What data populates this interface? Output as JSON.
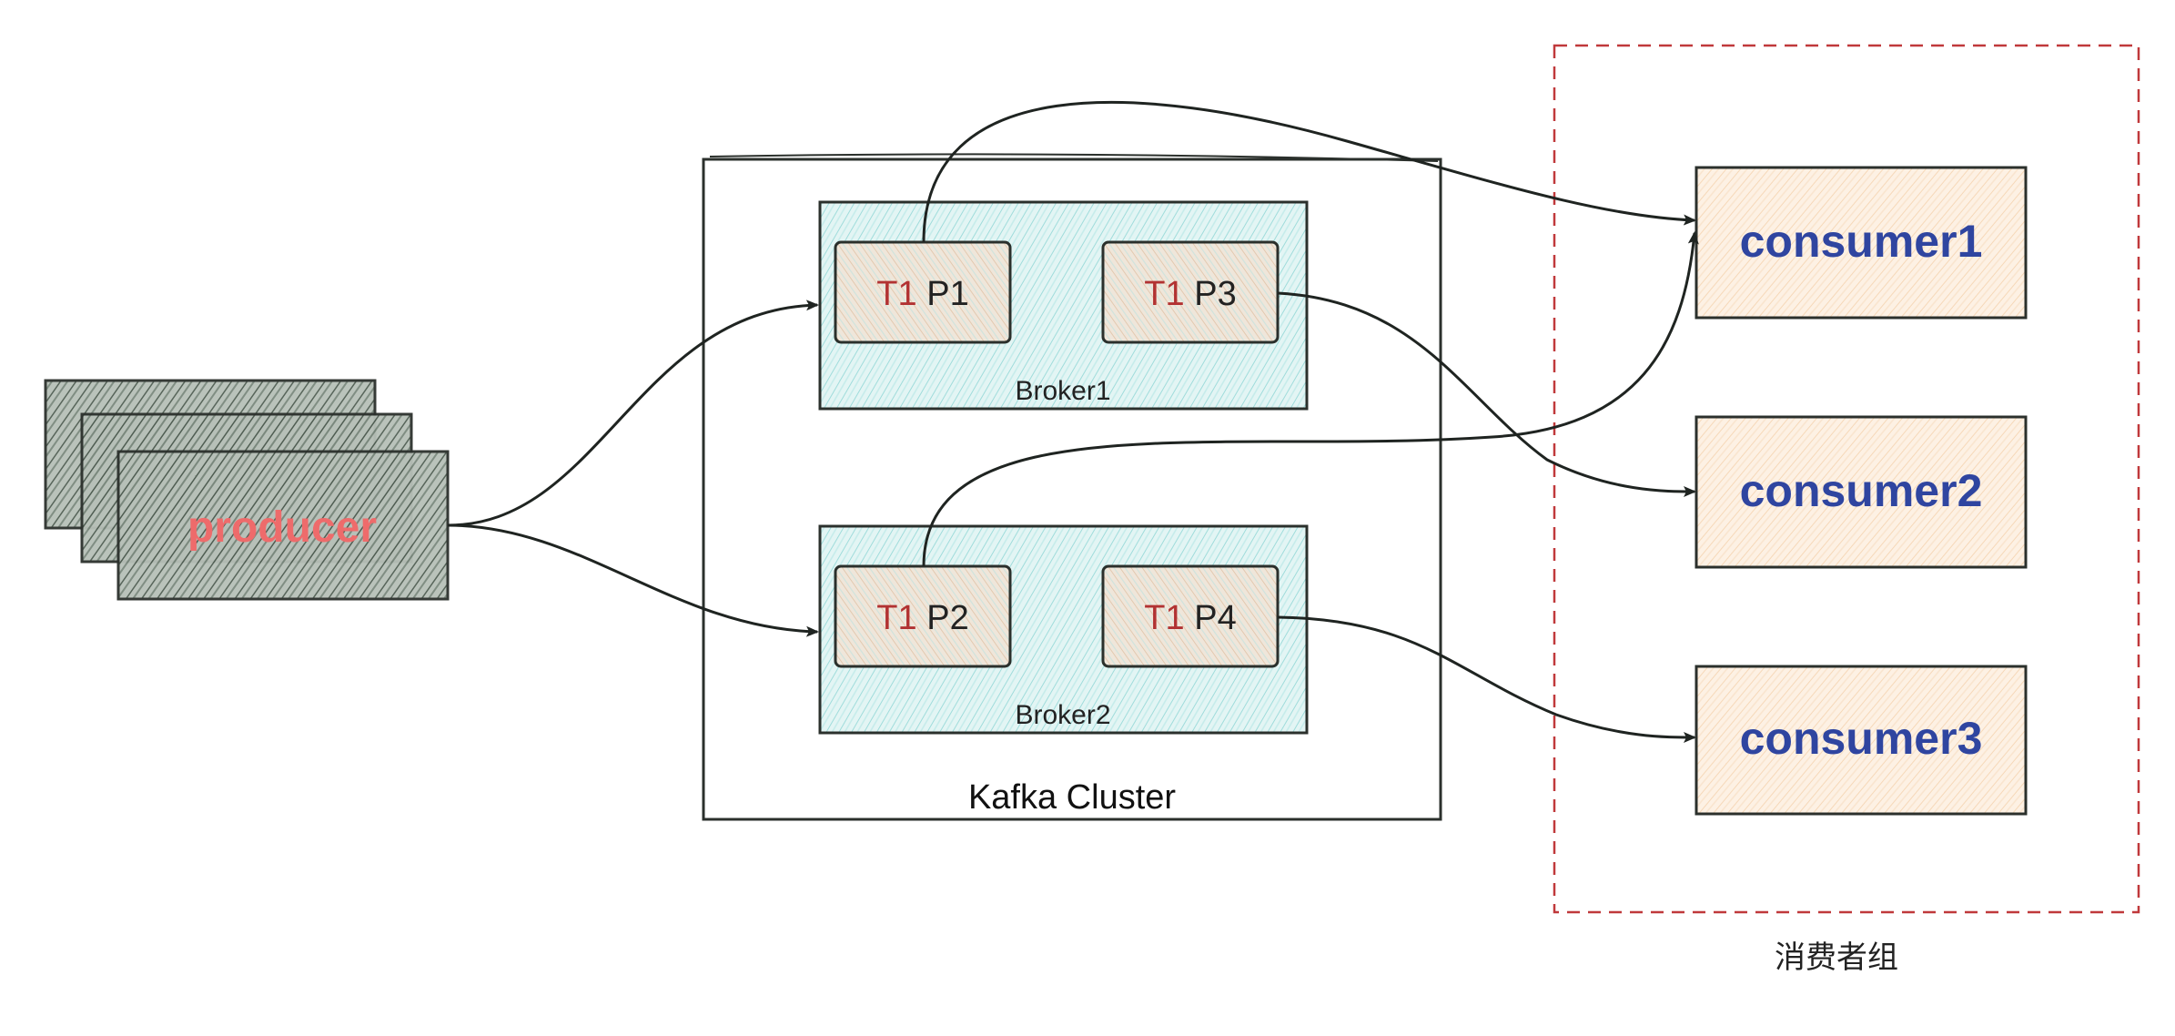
{
  "producer": {
    "label": "producer"
  },
  "cluster": {
    "label": "Kafka Cluster"
  },
  "brokers": [
    {
      "label": "Broker1",
      "partitions": [
        {
          "topic": "T1",
          "partition": "P1"
        },
        {
          "topic": "T1",
          "partition": "P3"
        }
      ]
    },
    {
      "label": "Broker2",
      "partitions": [
        {
          "topic": "T1",
          "partition": "P2"
        },
        {
          "topic": "T1",
          "partition": "P4"
        }
      ]
    }
  ],
  "consumer_group": {
    "label": "消费者组",
    "consumers": [
      {
        "label": "consumer1"
      },
      {
        "label": "consumer2"
      },
      {
        "label": "consumer3"
      }
    ]
  },
  "colors": {
    "stroke": "#2b302c",
    "producer_fill": "#6b7a6f",
    "producer_text": "#ee6b6b",
    "broker_fill": "#b9e6e6",
    "partition_fill": "#eadccb",
    "topic_text": "#b23232",
    "consumer_fill": "#fbe6d0",
    "consumer_text": "#2f45a0",
    "group_border": "#c0393b"
  }
}
